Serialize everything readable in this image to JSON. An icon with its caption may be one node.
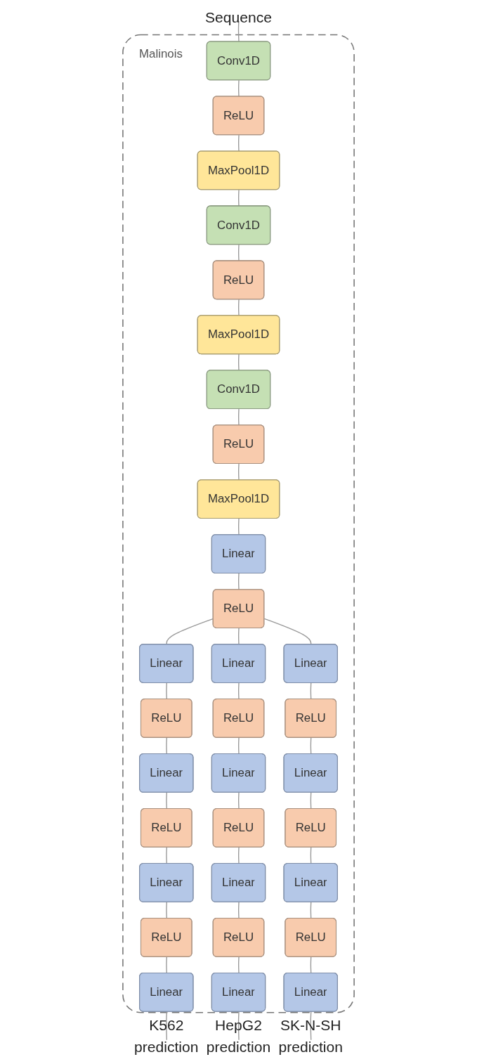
{
  "diagram": {
    "nodes": [
      {
        "text": [
          "Sequence"
        ]
      },
      {
        "text": [
          "Malinois"
        ]
      },
      {
        "text": [
          "Conv1D"
        ],
        "in": 1
      },
      {
        "text": [
          "ReLU"
        ],
        "in": 1
      },
      {
        "text": [
          "MaxPool1D"
        ],
        "in": 1
      },
      {
        "text": [
          "Conv1D"
        ],
        "in": 1
      },
      {
        "text": [
          "ReLU"
        ],
        "in": 1
      },
      {
        "text": [
          "MaxPool1D"
        ],
        "in": 1
      },
      {
        "text": [
          "Conv1D"
        ],
        "in": 1
      },
      {
        "text": [
          "ReLU"
        ],
        "in": 1
      },
      {
        "text": [
          "MaxPool1D"
        ],
        "in": 1
      },
      {
        "text": [
          "Linear"
        ],
        "in": 1
      },
      {
        "text": [
          "ReLU"
        ],
        "in": 1
      },
      {
        "text": [
          "Linear"
        ],
        "in": 1
      },
      {
        "text": [
          "ReLU"
        ],
        "in": 1
      },
      {
        "text": [
          "Linear"
        ],
        "in": 1
      },
      {
        "text": [
          "ReLU"
        ],
        "in": 1
      },
      {
        "text": [
          "Linear"
        ],
        "in": 1
      },
      {
        "text": [
          "ReLU"
        ],
        "in": 1
      },
      {
        "text": [
          "Linear"
        ],
        "in": 1
      },
      {
        "text": [
          "Linear"
        ],
        "in": 1
      },
      {
        "text": [
          "ReLU"
        ],
        "in": 1
      },
      {
        "text": [
          "Linear"
        ],
        "in": 1
      },
      {
        "text": [
          "ReLU"
        ],
        "in": 1
      },
      {
        "text": [
          "Linear"
        ],
        "in": 1
      },
      {
        "text": [
          "ReLU"
        ],
        "in": 1
      },
      {
        "text": [
          "Linear"
        ],
        "in": 1
      },
      {
        "text": [
          "Linear"
        ],
        "in": 1
      },
      {
        "text": [
          "ReLU"
        ],
        "in": 1
      },
      {
        "text": [
          "Linear"
        ],
        "in": 1
      },
      {
        "text": [
          "ReLU"
        ],
        "in": 1
      },
      {
        "text": [
          "Linear"
        ],
        "in": 1
      },
      {
        "text": [
          "ReLU"
        ],
        "in": 1
      },
      {
        "text": [
          "Linear"
        ],
        "in": 1
      },
      {
        "text": [
          "K562",
          "prediction"
        ]
      },
      {
        "text": [
          "HepG2",
          "prediction"
        ]
      },
      {
        "text": [
          "SK-N-SH",
          "prediction"
        ]
      }
    ],
    "edges": [
      {
        "from": 0,
        "to": 2,
        "arrow": "none"
      },
      {
        "from": 2,
        "to": 3,
        "arrow": "none"
      },
      {
        "from": 3,
        "to": 4,
        "arrow": "none"
      },
      {
        "from": 4,
        "to": 5,
        "arrow": "none"
      },
      {
        "from": 5,
        "to": 6,
        "arrow": "none"
      },
      {
        "from": 6,
        "to": 7,
        "arrow": "none"
      },
      {
        "from": 7,
        "to": 8,
        "arrow": "none"
      },
      {
        "from": 8,
        "to": 9,
        "arrow": "none"
      },
      {
        "from": 9,
        "to": 10,
        "arrow": "none"
      },
      {
        "from": 10,
        "to": 11,
        "arrow": "none"
      },
      {
        "from": 11,
        "to": 12,
        "arrow": "none"
      },
      {
        "from": 12,
        "to": 13,
        "arrow": "none"
      },
      {
        "from": 12,
        "to": 20,
        "arrow": "none"
      },
      {
        "from": 12,
        "to": 27,
        "arrow": "none"
      },
      {
        "from": 13,
        "to": 14,
        "arrow": "none"
      },
      {
        "from": 14,
        "to": 15,
        "arrow": "none"
      },
      {
        "from": 15,
        "to": 16,
        "arrow": "none"
      },
      {
        "from": 16,
        "to": 17,
        "arrow": "none"
      },
      {
        "from": 17,
        "to": 18,
        "arrow": "none"
      },
      {
        "from": 18,
        "to": 19,
        "arrow": "none"
      },
      {
        "from": 20,
        "to": 21,
        "arrow": "none"
      },
      {
        "from": 21,
        "to": 22,
        "arrow": "none"
      },
      {
        "from": 22,
        "to": 23,
        "arrow": "none"
      },
      {
        "from": 23,
        "to": 24,
        "arrow": "none"
      },
      {
        "from": 24,
        "to": 25,
        "arrow": "none"
      },
      {
        "from": 25,
        "to": 26,
        "arrow": "none"
      },
      {
        "from": 27,
        "to": 28,
        "arrow": "none"
      },
      {
        "from": 28,
        "to": 29,
        "arrow": "none"
      },
      {
        "from": 29,
        "to": 30,
        "arrow": "none"
      },
      {
        "from": 30,
        "to": 31,
        "arrow": "none"
      },
      {
        "from": 31,
        "to": 32,
        "arrow": "none"
      },
      {
        "from": 32,
        "to": 33,
        "arrow": "none"
      },
      {
        "from": 19,
        "to": 34,
        "arrow": "none"
      },
      {
        "from": 26,
        "to": 35,
        "arrow": "none"
      },
      {
        "from": 33,
        "to": 36,
        "arrow": "none"
      }
    ]
  }
}
